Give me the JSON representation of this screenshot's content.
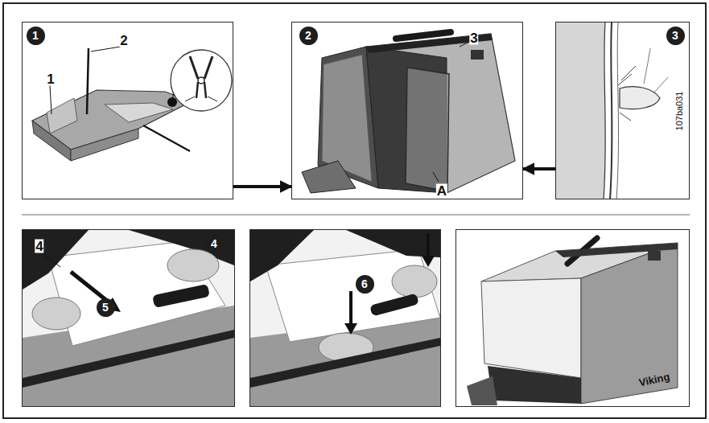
{
  "diagram": {
    "nodes": [
      {
        "text": [
          "1",
          "2"
        ]
      },
      {
        "text": [
          "1"
        ],
        "in": 0
      },
      {
        "text": [
          "3",
          "A"
        ]
      },
      {
        "text": [
          "2"
        ],
        "in": 2
      },
      {
        "text": [
          "107ba031"
        ]
      },
      {
        "text": [
          "3"
        ],
        "in": 4
      },
      {
        "text": [
          "4"
        ]
      },
      {
        "text": [
          "4"
        ],
        "in": 6
      },
      {
        "text": [
          "5"
        ],
        "in": 6
      },
      {
        "text": []
      },
      {
        "text": [
          "6"
        ],
        "in": 9
      },
      {
        "text": [
          "Viking"
        ]
      }
    ],
    "edges": [
      {
        "from": 0,
        "to": 2,
        "arrow": "to"
      },
      {
        "from": 4,
        "to": 2,
        "arrow": "to"
      }
    ]
  }
}
